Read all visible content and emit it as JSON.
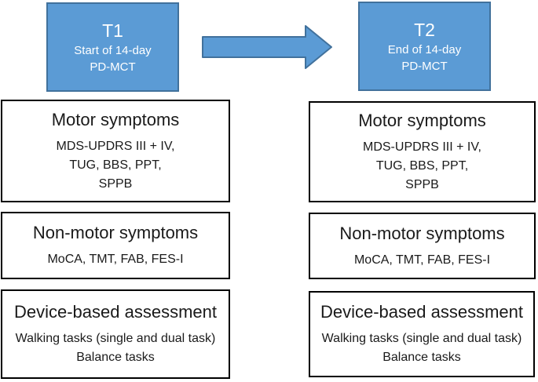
{
  "figure": {
    "description": "Study design: assessments at start (T1) and end (T2) of 14-day PD-MCT"
  },
  "timepoints": [
    {
      "label": "T1",
      "line1": "Start of 14-day",
      "line2": "PD-MCT"
    },
    {
      "label": "T2",
      "line1": "End of 14-day",
      "line2": "PD-MCT"
    }
  ],
  "assessments": [
    {
      "title": "Motor symptoms",
      "lines": [
        "MDS-UPDRS III + IV,",
        "TUG, BBS, PPT,",
        "SPPB"
      ]
    },
    {
      "title": "Non-motor symptoms",
      "lines": [
        "MoCA, TMT, FAB, FES-I"
      ]
    },
    {
      "title": "Device-based assessment",
      "lines": [
        "Walking tasks (single and dual task)",
        "Balance tasks"
      ]
    }
  ],
  "icons": {
    "arrow": "right-arrow-icon"
  },
  "colors": {
    "timepoint_fill": "#5b9bd5",
    "timepoint_border": "#41719c",
    "timepoint_text": "#ffffff",
    "box_fill": "#ffffff",
    "box_border": "#000000",
    "text": "#1a1a1a",
    "background": "#ffffff"
  }
}
